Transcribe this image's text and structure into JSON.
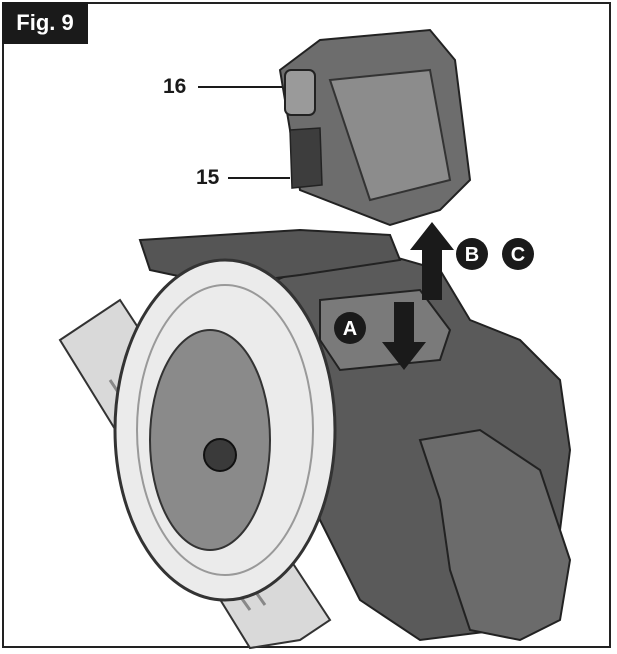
{
  "figure": {
    "label": "Fig. 9"
  },
  "callouts": {
    "part_16": "16",
    "part_15": "15"
  },
  "steps": {
    "a": "A",
    "b": "B",
    "c": "C"
  },
  "colors": {
    "ink": "#1a1a1a",
    "tool_body": "#555555",
    "battery_body": "#6a6a6a",
    "guard_light": "#e8e8e8"
  }
}
